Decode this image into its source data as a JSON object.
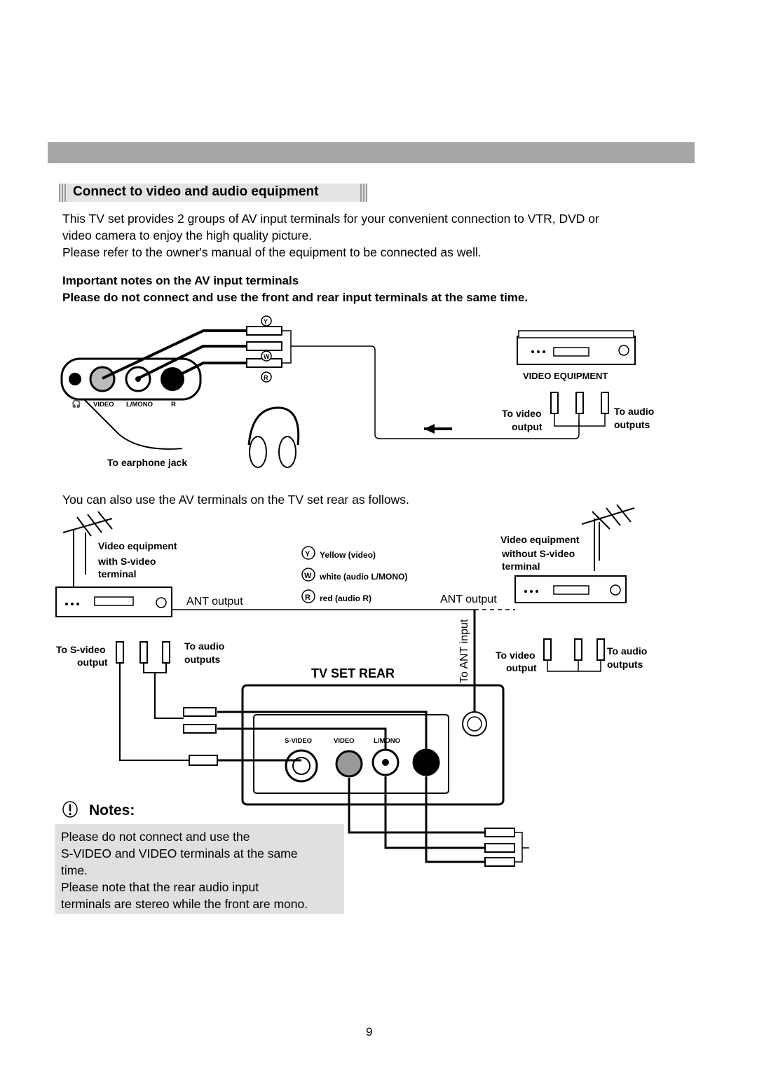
{
  "section": {
    "title": "Connect to video and audio equipment"
  },
  "intro": {
    "line1": "This TV set provides 2 groups of AV input terminals for your convenient connection to VTR, DVD or",
    "line2": "video camera to enjoy the high quality picture.",
    "line3": "Please refer to the owner's manual of the equipment to be connected as well."
  },
  "important": {
    "heading": "Important notes on the AV input terminals",
    "warning": "Please do not connect and use the front and rear input terminals at the same time."
  },
  "front_diagram": {
    "jack_labels": [
      "VIDEO",
      "L/MONO",
      "R"
    ],
    "plug_letters": [
      "Y",
      "W",
      "R"
    ],
    "video_equipment": "VIDEO EQUIPMENT",
    "to_video_output_1": "To video",
    "to_video_output_2": "output",
    "to_audio_outputs_1": "To audio",
    "to_audio_outputs_2": "outputs",
    "earphone": "To earphone jack"
  },
  "rear_intro": "You can also use the AV terminals on the TV set rear as follows.",
  "rear_diagram": {
    "left_equipment": [
      "Video equipment",
      "with S-video",
      "terminal"
    ],
    "right_equipment": [
      "Video equipment",
      "without S-video",
      "terminal"
    ],
    "legend": [
      {
        "letter": "Y",
        "text": "Yellow (video)"
      },
      {
        "letter": "W",
        "text": "white (audio L/MONO)"
      },
      {
        "letter": "R",
        "text": "red (audio R)"
      }
    ],
    "ant_output_left": "ANT output",
    "ant_output_right": "ANT output",
    "to_ant_input": "To ANT input",
    "to_svideo_output_1": "To S-video",
    "to_svideo_output_2": "output",
    "to_audio_outputs_left_1": "To audio",
    "to_audio_outputs_left_2": "outputs",
    "to_video_output_right_1": "To video",
    "to_video_output_right_2": "output",
    "to_audio_outputs_right_1": "To audio",
    "to_audio_outputs_right_2": "outputs",
    "tv_set_rear": "TV SET REAR",
    "panel_labels": [
      "S-VIDEO",
      "VIDEO",
      "L/MONO"
    ]
  },
  "notes": {
    "heading": "Notes:",
    "lines": [
      "Please do not connect and use the",
      "S-VIDEO and VIDEO terminals at the same",
      "time.",
      "Please note that the rear audio input",
      "terminals are stereo while the front are mono."
    ]
  },
  "page_number": "9"
}
